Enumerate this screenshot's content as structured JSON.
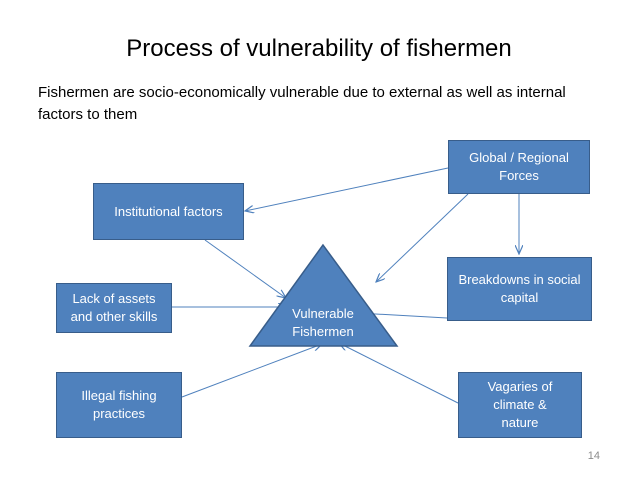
{
  "slide": {
    "title": "Process of vulnerability of fishermen",
    "subtitle": "Fishermen are socio-economically vulnerable due to external as well as internal factors to them",
    "page_number": "14"
  },
  "nodes": {
    "global": "Global / Regional\nForces",
    "institutional": "Institutional  factors",
    "breakdowns": "Breakdowns in social\ncapital",
    "lack": "Lack of assets\nand other skills",
    "vulnerable": "Vulnerable\nFishermen",
    "illegal": "Illegal fishing\npractices",
    "vagaries": "Vagaries of\nclimate &\nnature"
  },
  "colors": {
    "node_fill": "#4f81bd",
    "node_border": "#385d8a",
    "arrow": "#4f81bd"
  }
}
